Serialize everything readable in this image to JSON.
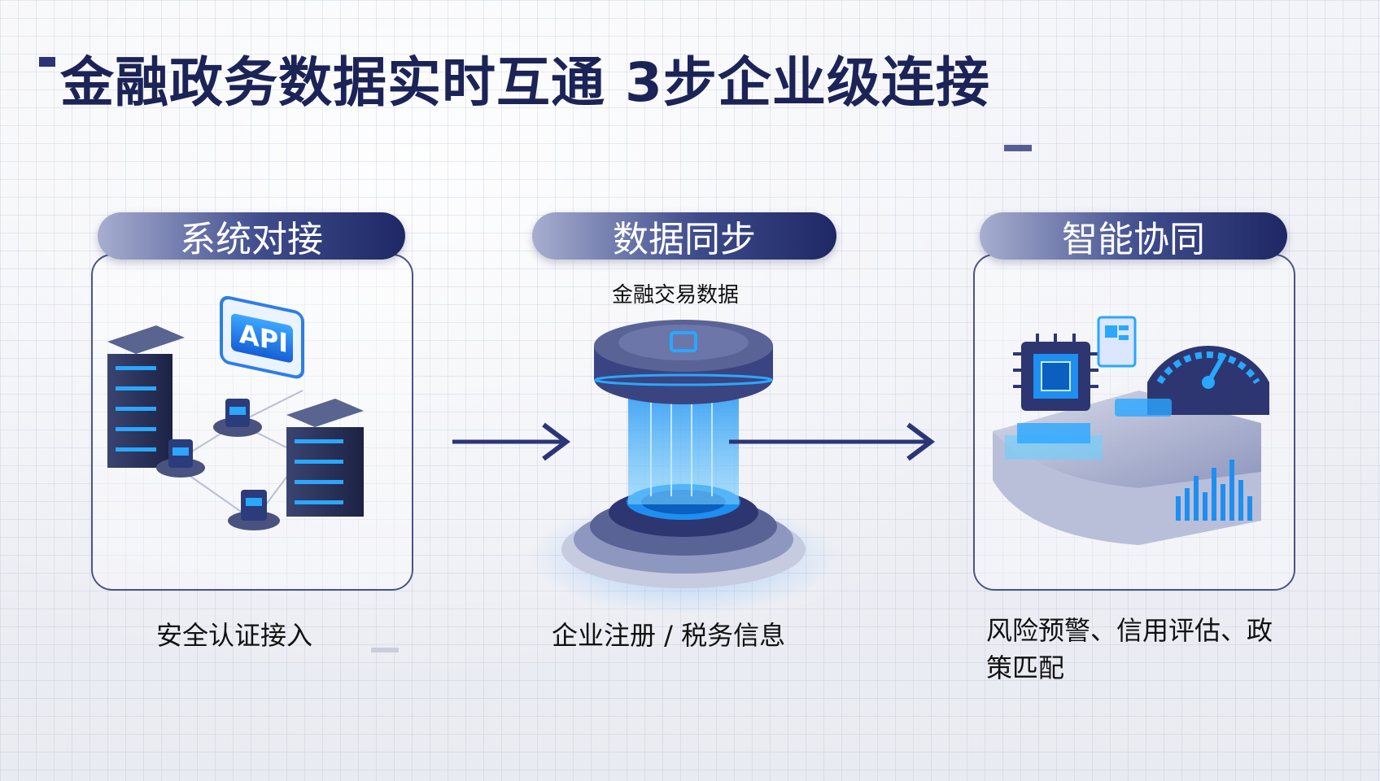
{
  "title": "金融政务数据实时互通 3步企业级连接",
  "steps": [
    {
      "label": "系统对接",
      "caption": "安全认证接入",
      "illustration_badge": "API"
    },
    {
      "label": "数据同步",
      "top_label": "金融交易数据",
      "caption": "企业注册 / 税务信息"
    },
    {
      "label": "智能协同",
      "caption": "风险预警、信用评估、政策匹配"
    }
  ],
  "colors": {
    "title": "#1c2356",
    "pill_dark": "#1f2865",
    "accent_blue": "#1e8ff0",
    "arrow": "#2b3576"
  },
  "icons": [
    "server-icon",
    "api-badge-icon",
    "data-tower-icon",
    "chip-icon",
    "gauge-icon",
    "bar-chart-icon"
  ]
}
